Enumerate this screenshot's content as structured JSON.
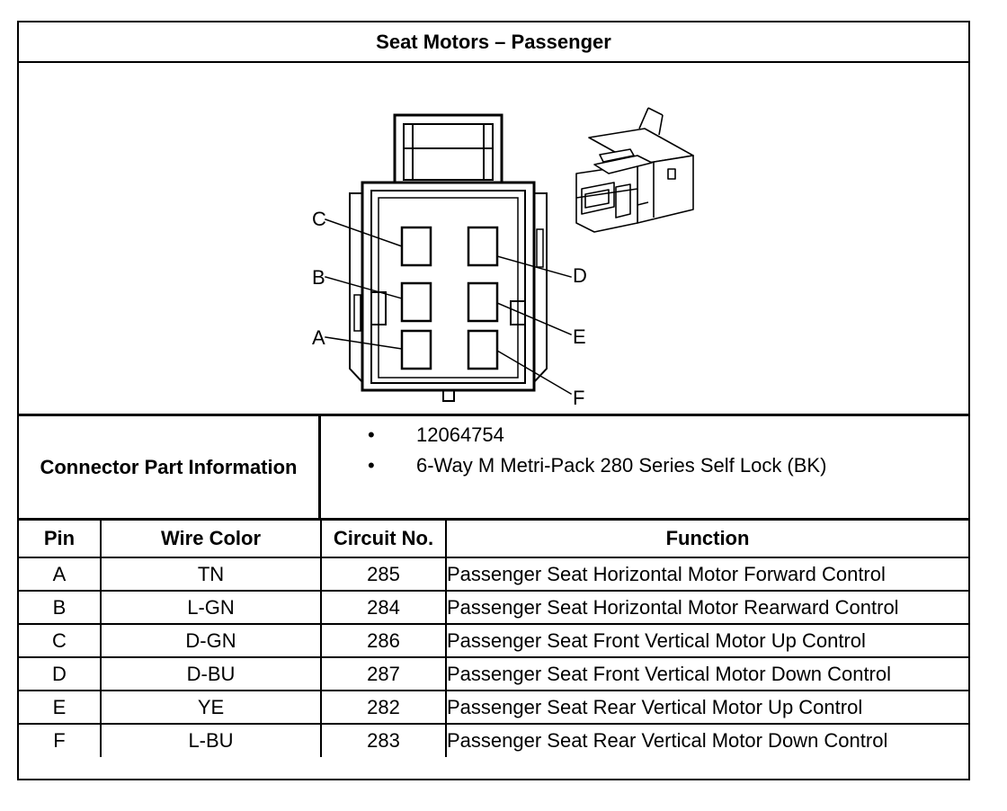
{
  "title": "Seat Motors – Passenger",
  "diagram": {
    "pin_labels": [
      "C",
      "B",
      "A",
      "D",
      "E",
      "F"
    ]
  },
  "connector_info": {
    "label": "Connector Part Information",
    "items": [
      "12064754",
      "6-Way M Metri-Pack 280 Series Self Lock (BK)"
    ]
  },
  "table": {
    "headers": [
      "Pin",
      "Wire Color",
      "Circuit No.",
      "Function"
    ],
    "rows": [
      {
        "pin": "A",
        "wire": "TN",
        "circuit": "285",
        "function": "Passenger Seat Horizontal Motor Forward Control"
      },
      {
        "pin": "B",
        "wire": "L-GN",
        "circuit": "284",
        "function": "Passenger Seat Horizontal Motor Rearward Control"
      },
      {
        "pin": "C",
        "wire": "D-GN",
        "circuit": "286",
        "function": "Passenger Seat Front Vertical Motor Up Control"
      },
      {
        "pin": "D",
        "wire": "D-BU",
        "circuit": "287",
        "function": "Passenger Seat Front Vertical Motor Down Control"
      },
      {
        "pin": "E",
        "wire": "YE",
        "circuit": "282",
        "function": "Passenger Seat Rear Vertical Motor Up Control"
      },
      {
        "pin": "F",
        "wire": "L-BU",
        "circuit": "283",
        "function": "Passenger Seat Rear Vertical Motor Down Control"
      }
    ]
  }
}
